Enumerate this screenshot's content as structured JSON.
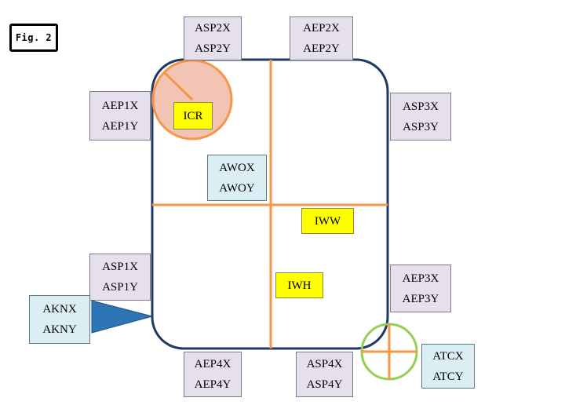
{
  "figure": {
    "label": "Fig. 2"
  },
  "colors": {
    "outline": "#1f3864",
    "guide_lines": "#f79646",
    "icr_fill": "#f2c4b4",
    "target_circle": "#92d050",
    "pointer": "#2e75b6",
    "coord_box": "#e6e0ec",
    "anchor_box": "#dbeef4",
    "highlight": "#ffff00"
  },
  "labels": {
    "asp2": [
      "ASP2X",
      "ASP2Y"
    ],
    "aep2": [
      "AEP2X",
      "AEP2Y"
    ],
    "aep1": [
      "AEP1X",
      "AEP1Y"
    ],
    "asp3": [
      "ASP3X",
      "ASP3Y"
    ],
    "awo": [
      "AWOX",
      "AWOY"
    ],
    "asp1": [
      "ASP1X",
      "ASP1Y"
    ],
    "aep3": [
      "AEP3X",
      "AEP3Y"
    ],
    "akn": [
      "AKNX",
      "AKNY"
    ],
    "atc": [
      "ATCX",
      "ATCY"
    ],
    "aep4": [
      "AEP4X",
      "AEP4Y"
    ],
    "asp4": [
      "ASP4X",
      "ASP4Y"
    ],
    "icr": "ICR",
    "iww": "IWW",
    "iwh": "IWH"
  }
}
